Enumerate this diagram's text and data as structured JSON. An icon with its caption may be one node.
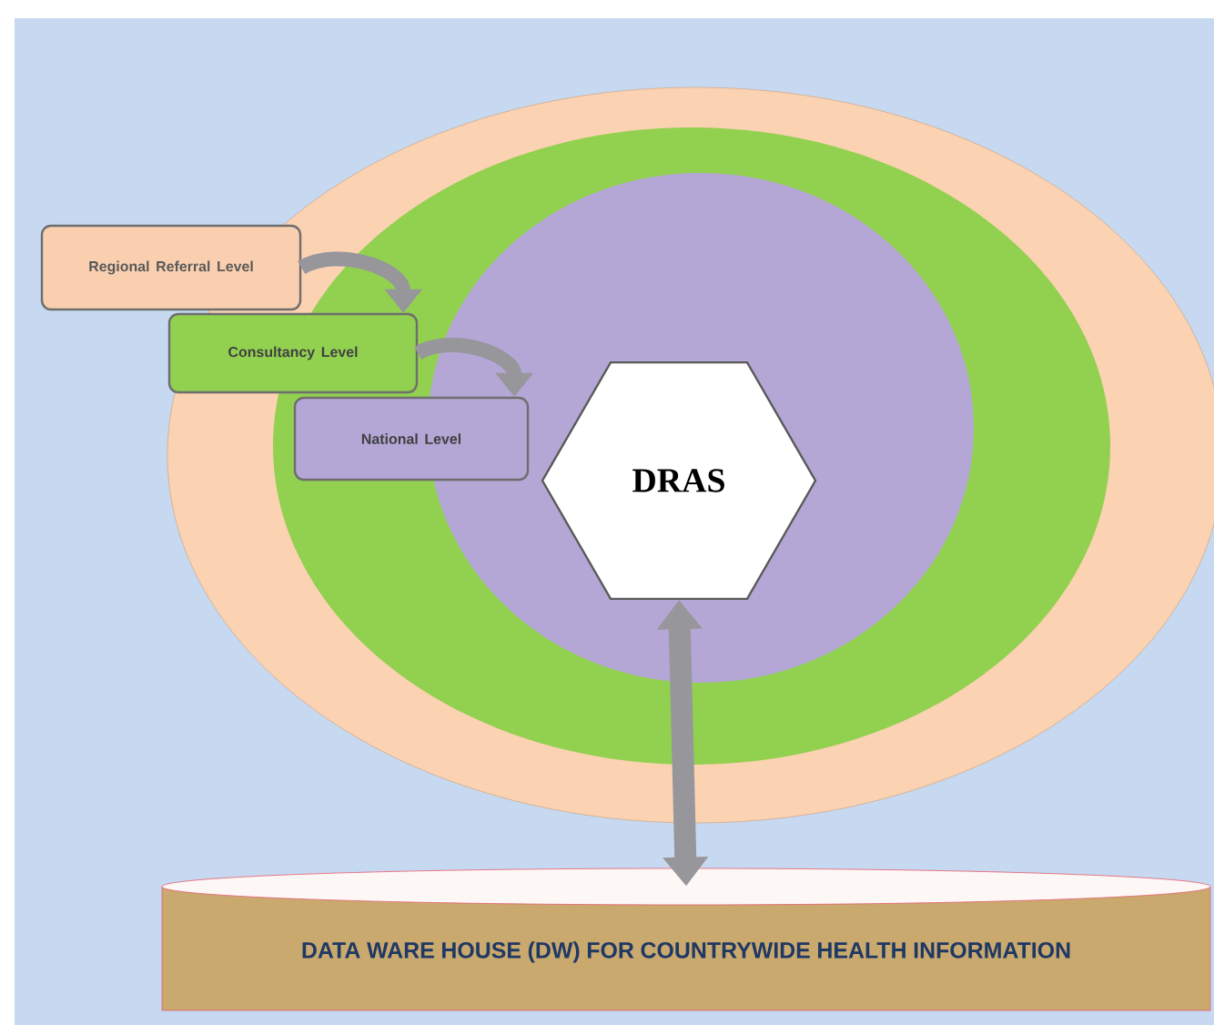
{
  "diagram": {
    "nodes": [
      {
        "text": [
          "Regional Referral Level"
        ]
      },
      {
        "text": [
          "Consultancy Level"
        ]
      },
      {
        "text": [
          "National Level"
        ]
      },
      {
        "text": [
          "DRAS"
        ]
      },
      {
        "text": [
          "DATA WARE HOUSE (DW) FOR COUNTRYWIDE HEALTH INFORMATION"
        ]
      }
    ],
    "edges": [
      {
        "from": 0,
        "to": 1,
        "arrow": "to"
      },
      {
        "from": 1,
        "to": 2,
        "arrow": "to"
      },
      {
        "from": 3,
        "to": 4,
        "arrow": "both"
      }
    ]
  }
}
